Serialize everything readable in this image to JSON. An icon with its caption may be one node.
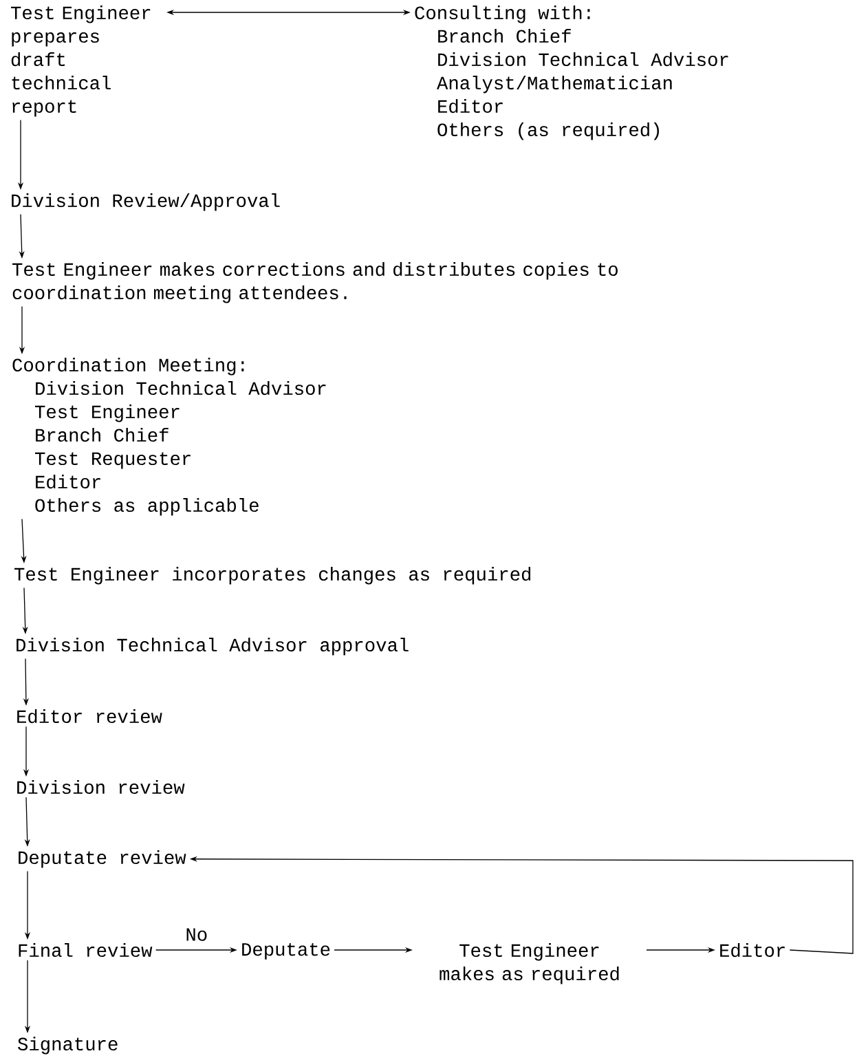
{
  "diagram": {
    "nodes": [
      {
        "text": [
          "Test Engineer prepares draft technical report"
        ]
      },
      {
        "text": [
          "Consulting with:",
          "Branch Chief",
          "Division Technical Advisor",
          "Analyst/Mathematician",
          "Editor",
          "Others (as required)"
        ]
      },
      {
        "text": [
          "Division Review/Approval"
        ]
      },
      {
        "text": [
          "Test Engineer makes corrections and distributes copies to coordination meeting attendees."
        ]
      },
      {
        "text": [
          "Coordination Meeting:",
          "Division Technical Advisor",
          "Test Engineer",
          "Branch Chief",
          "Test Requester",
          "Editor",
          "Others as applicable"
        ]
      },
      {
        "text": [
          "Test Engineer incorporates changes as required"
        ]
      },
      {
        "text": [
          "Division Technical Advisor approval"
        ]
      },
      {
        "text": [
          "Editor review"
        ]
      },
      {
        "text": [
          "Division review"
        ]
      },
      {
        "text": [
          "Deputate review"
        ]
      },
      {
        "text": [
          "Final review"
        ]
      },
      {
        "text": [
          "Deputate"
        ]
      },
      {
        "text": [
          "Test Engineer makes as required"
        ]
      },
      {
        "text": [
          "Editor"
        ]
      },
      {
        "text": [
          "Signature"
        ]
      }
    ],
    "edges": [
      {
        "from": 0,
        "to": 1,
        "arrow": "both"
      },
      {
        "from": 0,
        "to": 2,
        "arrow": "to"
      },
      {
        "from": 2,
        "to": 3,
        "arrow": "to"
      },
      {
        "from": 3,
        "to": 4,
        "arrow": "to"
      },
      {
        "from": 4,
        "to": 5,
        "arrow": "to"
      },
      {
        "from": 5,
        "to": 6,
        "arrow": "to"
      },
      {
        "from": 6,
        "to": 7,
        "arrow": "to"
      },
      {
        "from": 7,
        "to": 8,
        "arrow": "to"
      },
      {
        "from": 8,
        "to": 9,
        "arrow": "to"
      },
      {
        "from": 9,
        "to": 10,
        "arrow": "to"
      },
      {
        "from": 10,
        "to": 11,
        "arrow": "to",
        "label": "No"
      },
      {
        "from": 11,
        "to": 12,
        "arrow": "to"
      },
      {
        "from": 12,
        "to": 13,
        "arrow": "to"
      },
      {
        "from": 13,
        "to": 9,
        "arrow": "to"
      },
      {
        "from": 10,
        "to": 14,
        "arrow": "to"
      }
    ]
  }
}
